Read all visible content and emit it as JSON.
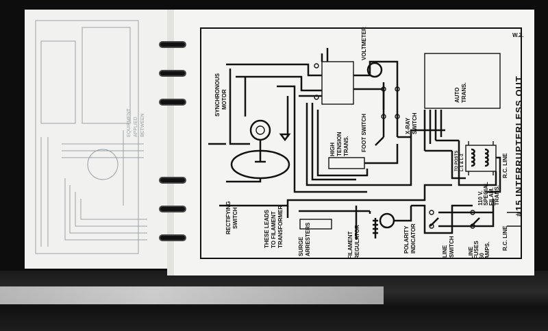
{
  "diagram": {
    "title": "#15 INTERRUPTERLESS OUT.",
    "page_corner": "W.Z.",
    "labels": {
      "synchronous_motor": [
        "SYNCHRONOUS",
        "MOTOR"
      ],
      "rectifying_switch": [
        "RECTIFYING",
        "SWITCH"
      ],
      "leads": [
        "THESE LEADS",
        "TO FILAMENT",
        "TRANSFORMER"
      ],
      "surge_arresters": [
        "SURGE",
        "ARRESTERS"
      ],
      "filament_regulator": [
        "FILAMENT",
        "REGULATOR"
      ],
      "polarity_indicator": [
        "POLARITY",
        "INDICATOR"
      ],
      "high_tension": [
        "HIGH",
        "TENSION",
        "TRANS."
      ],
      "foot_switch": "FOOT SWITCH",
      "voltmeter": "VOLTMETER",
      "xray_switch": [
        "X-RAY",
        "SWITCH"
      ],
      "auto_trans": [
        "AUTO",
        "TRANS."
      ],
      "to_posts": [
        "TO POSTS",
        "L-1 & L-2"
      ],
      "rc_line_top": "R.C. LINE",
      "special_trans": [
        "110 V.",
        "SPECIAL",
        "FILAM.",
        "TRANS."
      ],
      "rc_line_bottom": "R.C. LINE",
      "line_switch": [
        "LINE",
        "SWITCH"
      ],
      "line_fuses": [
        "LINE",
        "FUSES",
        "60",
        "AMPS."
      ]
    },
    "left_page_ghost_text": [
      "EQUIPMENT",
      "APPLIED",
      "BETWEEN"
    ]
  }
}
